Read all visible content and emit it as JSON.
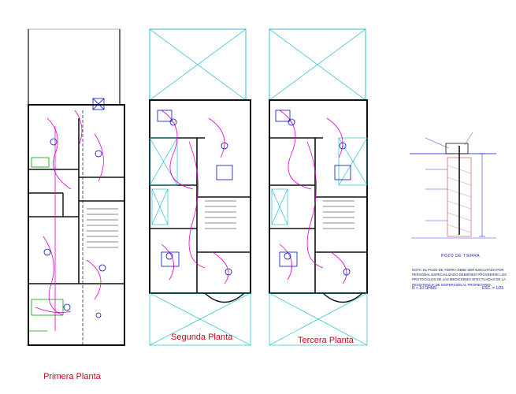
{
  "plans": {
    "primera": {
      "title": "Primera Planta"
    },
    "segunda": {
      "title": "Segunda Planta"
    },
    "tercera": {
      "title": "Tercera Planta"
    }
  },
  "detail": {
    "title": "POZO DE TIERRA",
    "note": "NOTA: EL POZO DE TIERRA DEBE SER EJECUTADO POR PERSONAL ESPECIALIZADO DEBIENDO PROVEERSE LOS PROTOCOLOS DE LAS MEDICIONES EFECTUADAS DE LA RESISTENCIA DE DISPERSION AL PROPIETARIO.",
    "resistance": "R < 10 OHMS",
    "scale": "ESC. = 1/25"
  },
  "colors": {
    "wall": "#111111",
    "circuit": "#e000c8",
    "fixture": "#0010c8",
    "cyan": "#00b4c8",
    "green": "#00a000",
    "title": "#d4001a",
    "soil": "#d87070"
  }
}
